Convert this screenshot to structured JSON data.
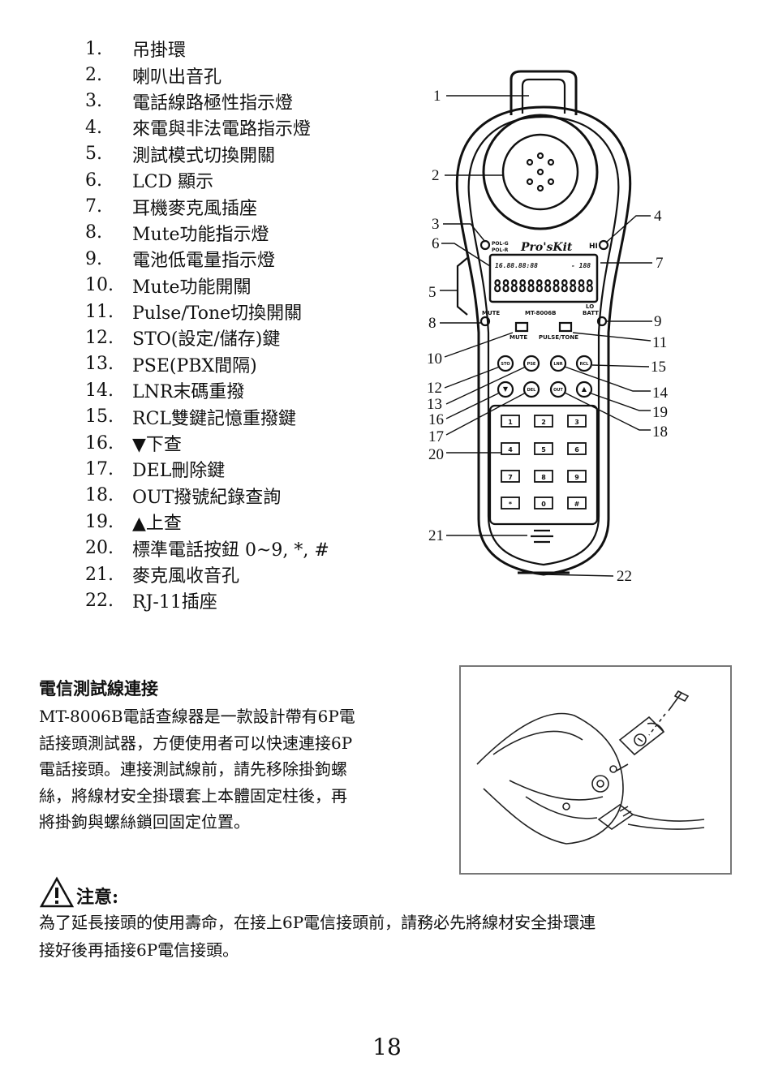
{
  "legend": [
    {
      "n": "1.",
      "t": "吊掛環"
    },
    {
      "n": "2.",
      "t": "喇叭出音孔"
    },
    {
      "n": "3.",
      "t": "電話線路極性指示燈"
    },
    {
      "n": "4.",
      "t": "來電與非法電路指示燈"
    },
    {
      "n": "5.",
      "t": "測試模式切換開關"
    },
    {
      "n": "6.",
      "t": "LCD  顯示"
    },
    {
      "n": "7.",
      "t": "耳機麥克風插座"
    },
    {
      "n": "8.",
      "t": "Mute功能指示燈"
    },
    {
      "n": "9.",
      "t": "電池低電量指示燈"
    },
    {
      "n": "10.",
      "t": "Mute功能開關"
    },
    {
      "n": "11.",
      "t": "Pulse/Tone切換開關"
    },
    {
      "n": "12.",
      "t": "STO(設定/儲存)鍵"
    },
    {
      "n": "13.",
      "t": "PSE(PBX間隔)"
    },
    {
      "n": "14.",
      "t": "LNR末碼重撥"
    },
    {
      "n": "15.",
      "t": "RCL雙鍵記憶重撥鍵"
    },
    {
      "n": "16.",
      "t": "▼下查"
    },
    {
      "n": "17.",
      "t": "DEL刪除鍵"
    },
    {
      "n": "18.",
      "t": "OUT撥號紀錄查詢"
    },
    {
      "n": "19.",
      "t": "▲上查"
    },
    {
      "n": "20.",
      "t": "標準電話按鈕  0~9, *, #"
    },
    {
      "n": "21.",
      "t": "麥克風收音孔"
    },
    {
      "n": "22.",
      "t": "RJ-11插座"
    }
  ],
  "device": {
    "pol_g": "POL-G",
    "pol_r": "POL-R",
    "brand": "Pro'sKit",
    "hi": "HI",
    "lcd_top": "16.88.88:88",
    "lcd_right": "- 188",
    "lcd_digits": "888888888888",
    "mute": "MUTE",
    "model": "MT-8006B",
    "lo": "LO",
    "batt": "BATT",
    "mute_sw": "MUTE",
    "pulse_sw": "PULSE/TONE",
    "fn_keys": [
      "STO",
      "PSE",
      "LNR",
      "RCL"
    ],
    "nav_keys": [
      "▼",
      "DEL",
      "OUT",
      "▲"
    ],
    "keypad": [
      "1",
      "2",
      "3",
      "4",
      "5",
      "6",
      "7",
      "8",
      "9",
      "*",
      "0",
      "#"
    ]
  },
  "callouts": {
    "c1": "1",
    "c2": "2",
    "c3": "3",
    "c4": "4",
    "c5": "5",
    "c6": "6",
    "c7": "7",
    "c8": "8",
    "c9": "9",
    "c10": "10",
    "c11": "11",
    "c12": "12",
    "c13": "13",
    "c14": "14",
    "c15": "15",
    "c16": "16",
    "c17": "17",
    "c18": "18",
    "c19": "19",
    "c20": "20",
    "c21": "21",
    "c22": "22"
  },
  "section": {
    "title": "電信測試線連接",
    "lines": [
      "MT-8006B電話查線器是一款設計帶有6P電",
      "話接頭測試器，方便使用者可以快速連接6P",
      "電話接頭。連接測試線前，請先移除掛鉤螺",
      "絲，將線材安全掛環套上本體固定柱後，再",
      "將掛鉤與螺絲鎖回固定位置。"
    ]
  },
  "caution": {
    "icon": "warning-triangle-icon",
    "title": "注意:",
    "lines": [
      "為了延長接頭的使用壽命，在接上6P電信接頭前，請務必先將線材安全掛環連",
      "接好後再插接6P電信接頭。"
    ]
  },
  "page_number": "18"
}
